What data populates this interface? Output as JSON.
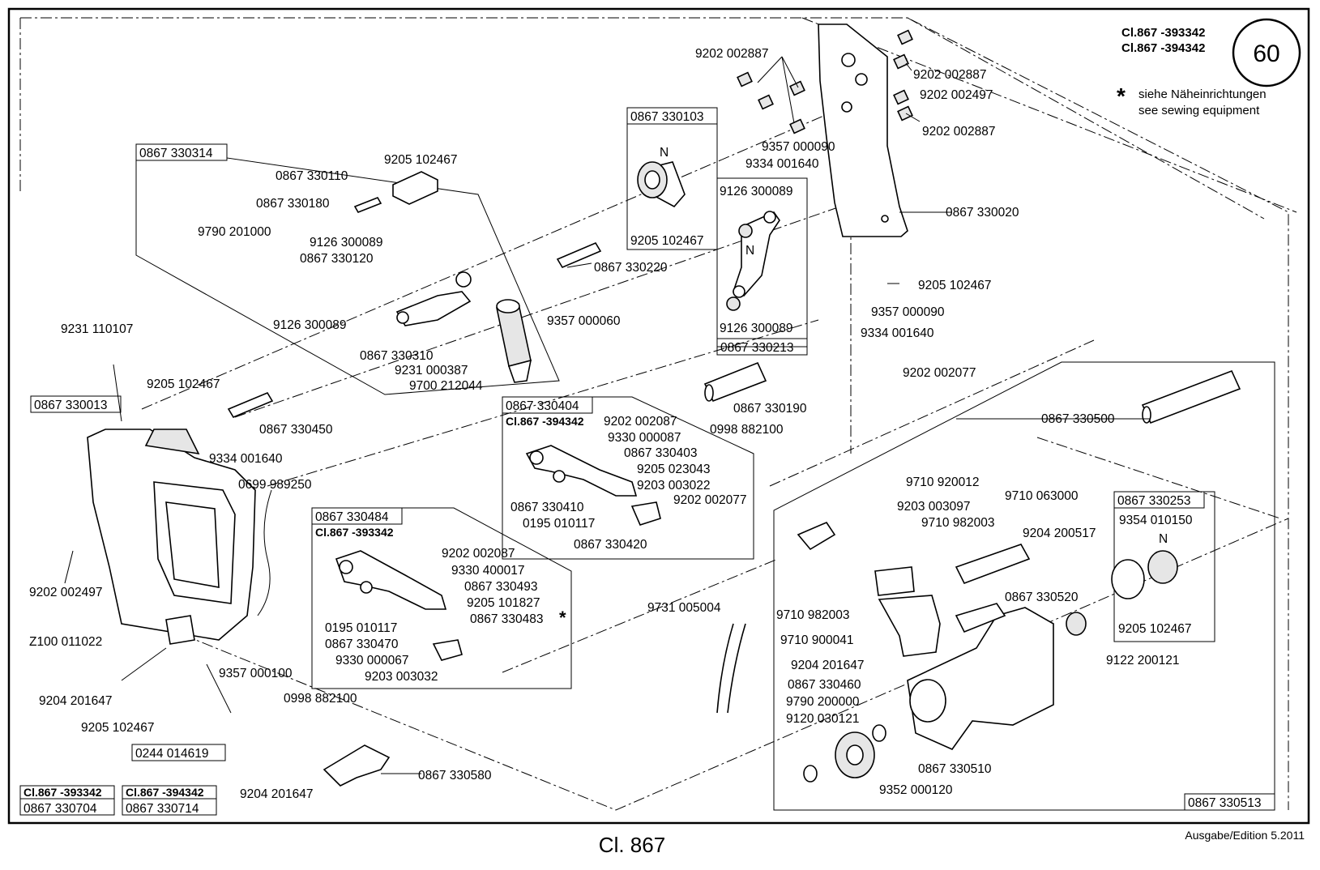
{
  "header": {
    "class_lines": [
      "Cl.867 -393342",
      "Cl.867 -394342"
    ],
    "page_number": "60",
    "star_symbol": "*",
    "notes": [
      "siehe Näheinrichtungen",
      "see sewing equipment"
    ]
  },
  "footer": {
    "title": "Cl. 867",
    "edition": "Ausgabe/Edition  5.2011"
  },
  "corner_boxes": [
    {
      "header": "Cl.867 -393342",
      "number": "0867 330704"
    },
    {
      "header": "Cl.867 -394342",
      "number": "0867 330714"
    }
  ],
  "assembly_boxes": [
    "0867 330314",
    "0867 330103",
    "0867 330213",
    "0867 330013",
    "0867 330404",
    "0867 330484",
    "0867 330253",
    "0244 014619",
    "0867 330513"
  ],
  "assembly_sublabels": [
    "Cl.867 -394342",
    "Cl.867 -393342"
  ],
  "part_labels": [
    "9202 002887",
    "9202 002887",
    "9202 002497",
    "9202 002887",
    "9357 000090",
    "9334 001640",
    "9126 300089",
    "0867 330020",
    "9205 102467",
    "0867 330220",
    "9205 102467",
    "9357 000090",
    "9334 001640",
    "9126 300089",
    "9205 102467",
    "0867 330110",
    "0867 330180",
    "9790 201000",
    "9126 300089",
    "0867 330120",
    "9126 300089",
    "0867 330310",
    "9231 000387",
    "9700 212044",
    "9357 000060",
    "9231 110107",
    "9205 102467",
    "0867 330450",
    "9334 001640",
    "0699 989250",
    "9202 002497",
    "Z100 011022",
    "9204 201647",
    "9205 102467",
    "9357 000100",
    "0998 882100",
    "0867 330190",
    "0998 882100",
    "9202 002077",
    "9202 002087",
    "9330 000087",
    "0867 330403",
    "9205 023043",
    "9203 003022",
    "9202 002077",
    "0867 330410",
    "0195 010117",
    "0867 330420",
    "9202 002087",
    "9330 400017",
    "0867 330493",
    "9205 101827",
    "0867 330483",
    "0195 010117",
    "0867 330470",
    "9330 000067",
    "9203 003032",
    "0867 330500",
    "9710 920012",
    "9203 003097",
    "9710 063000",
    "9710 982003",
    "9204 200517",
    "9354 010150",
    "9731 005004",
    "9710 982003",
    "0867 330520",
    "9710 900041",
    "9204 201647",
    "0867 330460",
    "9790 200000",
    "9120 030121",
    "9205 102467",
    "9122 200121",
    "0867 330510",
    "9352 000120",
    "0867 330580",
    "9204 201647"
  ],
  "orientation_marks": [
    "N",
    "N",
    "N"
  ]
}
